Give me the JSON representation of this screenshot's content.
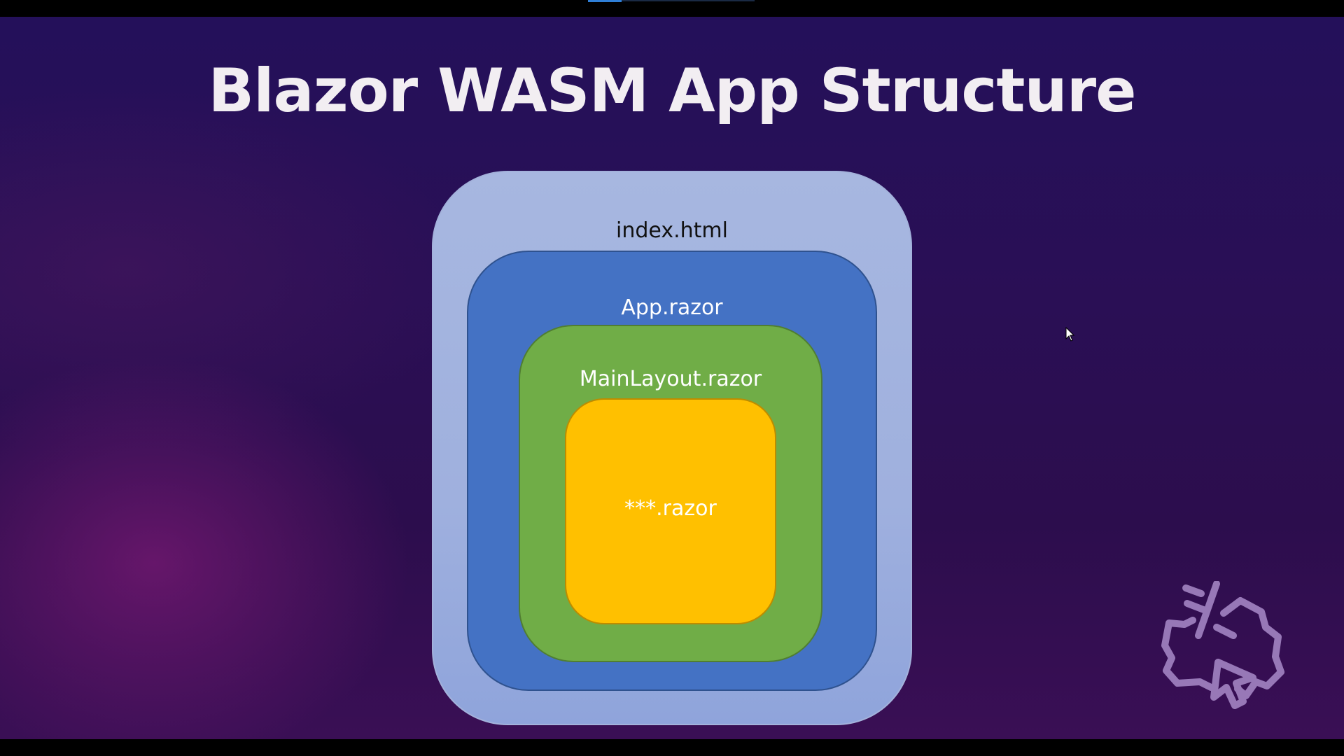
{
  "slide": {
    "title": "Blazor WASM App Structure"
  },
  "diagram": {
    "layers": [
      {
        "label": "index.html",
        "color": "#a7b7e0"
      },
      {
        "label": "App.razor",
        "color": "#4472c4"
      },
      {
        "label": "MainLayout.razor",
        "color": "#70ad47"
      },
      {
        "label": "***.razor",
        "color": "#ffc000"
      }
    ]
  },
  "icons": {
    "cursor": "mouse-pointer-icon",
    "logo": "broken-cursor-logo-icon"
  }
}
